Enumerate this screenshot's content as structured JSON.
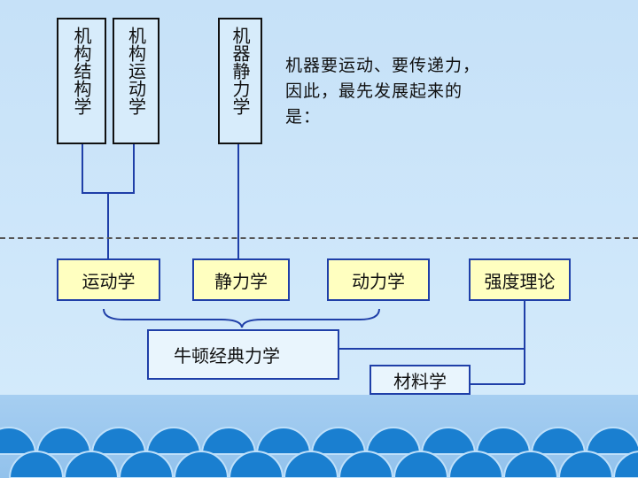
{
  "top_boxes": [
    {
      "label": "机构结构学"
    },
    {
      "label": "机构运动学"
    },
    {
      "label": "机器静力学"
    }
  ],
  "note": "机器要运动、要传递力，因此，最先发展起来的是：",
  "mid_boxes": [
    {
      "label": "运动学"
    },
    {
      "label": "静力学"
    },
    {
      "label": "动力学"
    },
    {
      "label": "强度理论"
    }
  ],
  "newton_box": {
    "label": "牛顿经典力学"
  },
  "material_box": {
    "label": "材料学"
  },
  "colors": {
    "highlight_fill": "#ffffc0",
    "box_border": "#1f3fa8",
    "line": "#1f3fa8",
    "background": "#cde6fa",
    "band": "#9cc8ef",
    "scallop": "#1a7fd0"
  }
}
